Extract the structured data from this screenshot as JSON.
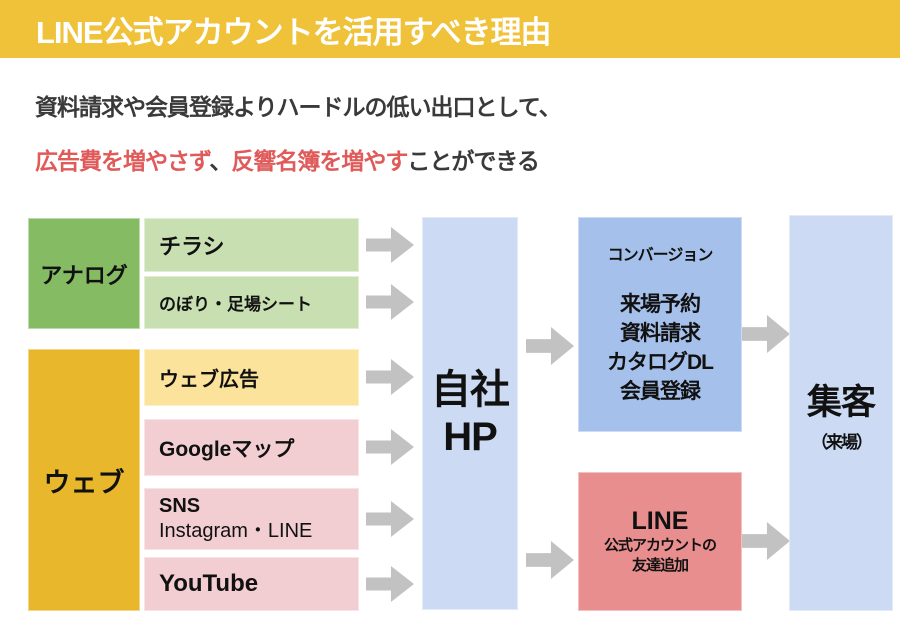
{
  "header": {
    "title": "LINE公式アカウントを活用すべき理由",
    "bg_color": "#EFC23A",
    "text_color": "#FFFFFF"
  },
  "subtitle": {
    "line1": "資料請求や会員登録よりハードルの低い出口として、",
    "line2_segments": [
      {
        "text": "広告費を増やさず",
        "color": "#E05A5A"
      },
      {
        "text": "、",
        "color": "#3A3A3A"
      },
      {
        "text": "反響名簿を増やす",
        "color": "#E05A5A"
      },
      {
        "text": "ことができる",
        "color": "#3A3A3A"
      }
    ],
    "dark_color": "#3A3A3A",
    "red_color": "#E05A5A"
  },
  "diagram": {
    "groups": [
      {
        "label": "アナログ",
        "color": "#85BB63"
      },
      {
        "label": "ウェブ",
        "color": "#E8B72B"
      }
    ],
    "channels": [
      {
        "label": "チラシ",
        "group": "アナログ",
        "color": "#C8DFB2"
      },
      {
        "label": "のぼり・足場シート",
        "group": "アナログ",
        "color": "#C8DFB2"
      },
      {
        "label": "ウェブ広告",
        "group": "ウェブ",
        "color": "#FBE39B"
      },
      {
        "label": "Googleマップ",
        "group": "ウェブ",
        "color": "#F2CED2"
      },
      {
        "label": "SNS",
        "sublabel": "Instagram・LINE",
        "group": "ウェブ",
        "color": "#F2CED2"
      },
      {
        "label": "YouTube",
        "group": "ウェブ",
        "color": "#F2CED2"
      }
    ],
    "hp_box": {
      "line1": "自社",
      "line2": "HP",
      "color": "#CCDBF3"
    },
    "conversion_box": {
      "header": "コンバージョン",
      "items": [
        "来場予約",
        "資料請求",
        "カタログDL",
        "会員登録"
      ],
      "color": "#A5C0EA"
    },
    "line_box": {
      "title": "LINE",
      "line2": "公式アカウントの",
      "line3": "友達追加",
      "color": "#E88E8E"
    },
    "goal_box": {
      "title": "集客",
      "subtitle": "（来場）",
      "color": "#CCDBF3"
    },
    "arrow_color": "#C2C2C2"
  }
}
